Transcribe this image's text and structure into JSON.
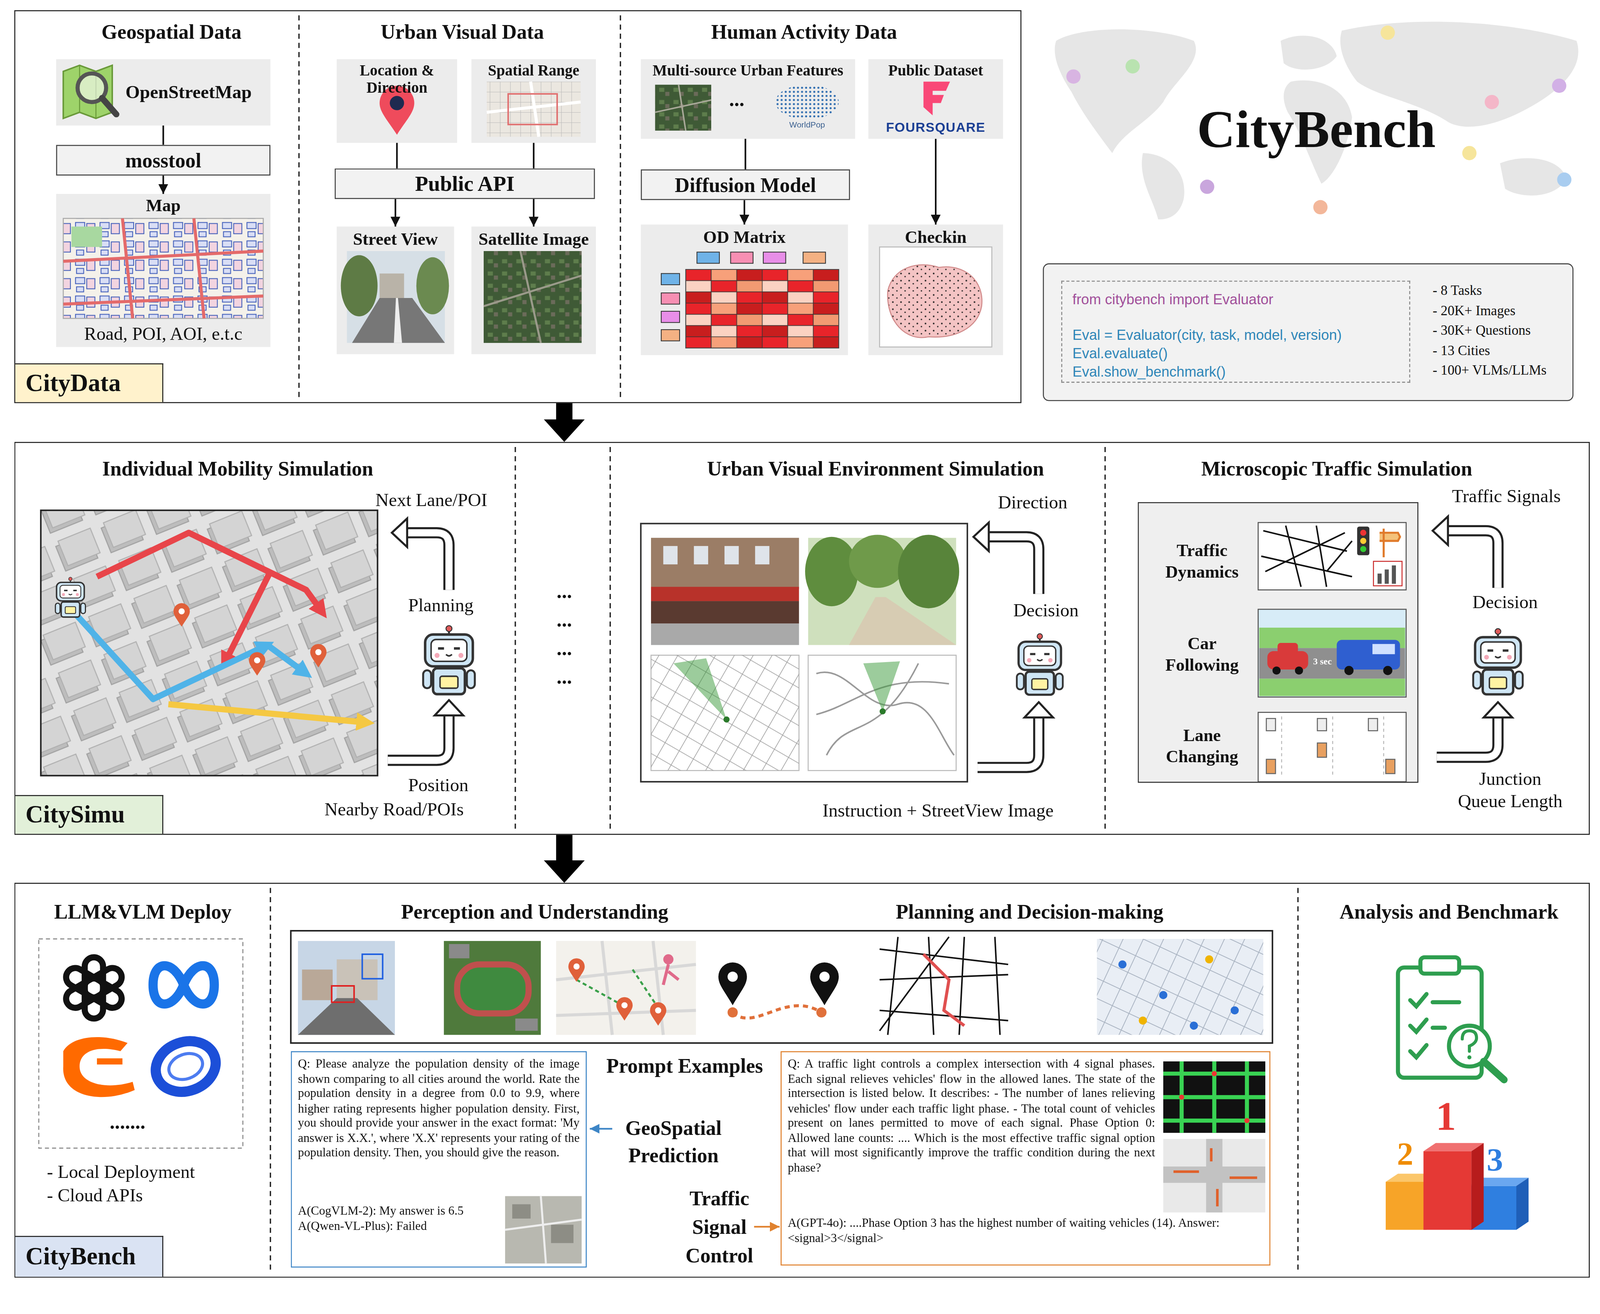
{
  "diagram": {
    "title": "CityBench",
    "nodes": [
      {
        "text": [
          "CityData"
        ]
      },
      {
        "text": [
          "OpenStreetMap"
        ],
        "in": 0
      },
      {
        "text": [
          "mosstool"
        ],
        "in": 0
      },
      {
        "text": [
          "Map",
          "Road, POI, AOI, e.t.c"
        ],
        "in": 0
      },
      {
        "text": [
          "Location & Direction"
        ],
        "in": 0
      },
      {
        "text": [
          "Spatial Range"
        ],
        "in": 0
      },
      {
        "text": [
          "Public API"
        ],
        "in": 0
      },
      {
        "text": [
          "Street View"
        ],
        "in": 0
      },
      {
        "text": [
          "Satellite Image"
        ],
        "in": 0
      },
      {
        "text": [
          "Multi-source Urban Features"
        ],
        "in": 0
      },
      {
        "text": [
          "Public Dataset",
          "FOURSQUARE"
        ],
        "in": 0
      },
      {
        "text": [
          "Diffusion Model"
        ],
        "in": 0
      },
      {
        "text": [
          "OD Matrix"
        ],
        "in": 0
      },
      {
        "text": [
          "Checkin"
        ],
        "in": 0
      },
      {
        "text": [
          "- 8 Tasks",
          "- 20K+ Images",
          "- 30K+ Questions",
          "- 13 Cities",
          "- 100+ VLMs/LLMs"
        ]
      },
      {
        "text": [
          "from citybench import Evaluator",
          "Eval = Evaluator(city, task, model, version)",
          "Eval.evaluate()",
          "Eval.show_benchmark()"
        ],
        "in": 14
      },
      {
        "text": [
          "CitySimu"
        ]
      },
      {
        "text": [
          "Traffic Dynamics",
          "Car Following",
          "Lane Changing"
        ],
        "in": 16
      },
      {
        "text": [
          "CityBench"
        ]
      },
      {
        "text": [
          "Q: Please analyze the population density of the image shown comparing to all cities around the world. Rate the population density in a degree from 0.0 to 9.9, where higher rating represents higher population density. First, you should provide your answer in the exact format: 'My answer is X.X.', where 'X.X' represents your rating of the population density. Then, you should give the reason.",
          "A(CogVLM-2): My answer is 6.5",
          "A(Qwen-VL-Plus): Failed"
        ],
        "in": 18
      },
      {
        "text": [
          "Q: A traffic light controls a complex intersection with 4 signal phases. Each signal relieves vehicles' flow in the allowed lanes. The state of the intersection is listed below. It describes: - The number of lanes relieving vehicles' flow under each traffic light phase. - The total count of vehicles present on lanes permitted to move of each signal. Phase Option 0: Allowed lane counts: .... Which is the most effective traffic signal option that will most significantly improve the traffic condition during the next phase?",
          "A(GPT-4o): ....Phase Option 3 has the highest number of waiting vehicles (14). Answer: <signal>3</signal>"
        ],
        "in": 18
      }
    ],
    "edges": [
      {
        "from": 0,
        "to": 16,
        "arrow": "to"
      },
      {
        "from": 16,
        "to": 18,
        "arrow": "to"
      },
      {
        "from": 1,
        "to": 2,
        "arrow": "none"
      },
      {
        "from": 2,
        "to": 3,
        "arrow": "to"
      },
      {
        "from": 4,
        "to": 6,
        "arrow": "none"
      },
      {
        "from": 5,
        "to": 6,
        "arrow": "none"
      },
      {
        "from": 6,
        "to": 7,
        "arrow": "to"
      },
      {
        "from": 6,
        "to": 8,
        "arrow": "to"
      },
      {
        "from": 9,
        "to": 11,
        "arrow": "none"
      },
      {
        "from": 11,
        "to": 12,
        "arrow": "to"
      },
      {
        "from": 10,
        "to": 13,
        "arrow": "to"
      }
    ],
    "labels": [
      "Geospatial Data",
      "Urban Visual Data",
      "Human Activity Data",
      "...",
      "WorldPop",
      "Individual Mobility Simulation",
      "Next Lane/POI",
      "Planning",
      "Position",
      "Nearby Road/POIs",
      "...",
      "...",
      "...",
      "...",
      "Urban Visual Environment Simulation",
      "Direction",
      "Decision",
      "Instruction + StreetView Image",
      "Microscopic Traffic Simulation",
      "3 sec",
      "Traffic Signals",
      "Decision",
      "Junction Queue Length",
      "LLM&VLM Deploy",
      ".......",
      "- Local Deployment",
      "- Cloud APIs",
      "Perception and Understanding",
      "Planning and Decision-making",
      "Prompt Examples",
      "GeoSpatial Prediction",
      "Traffic Signal Control",
      "Analysis and Benchmark",
      "1",
      "2",
      "3"
    ]
  }
}
